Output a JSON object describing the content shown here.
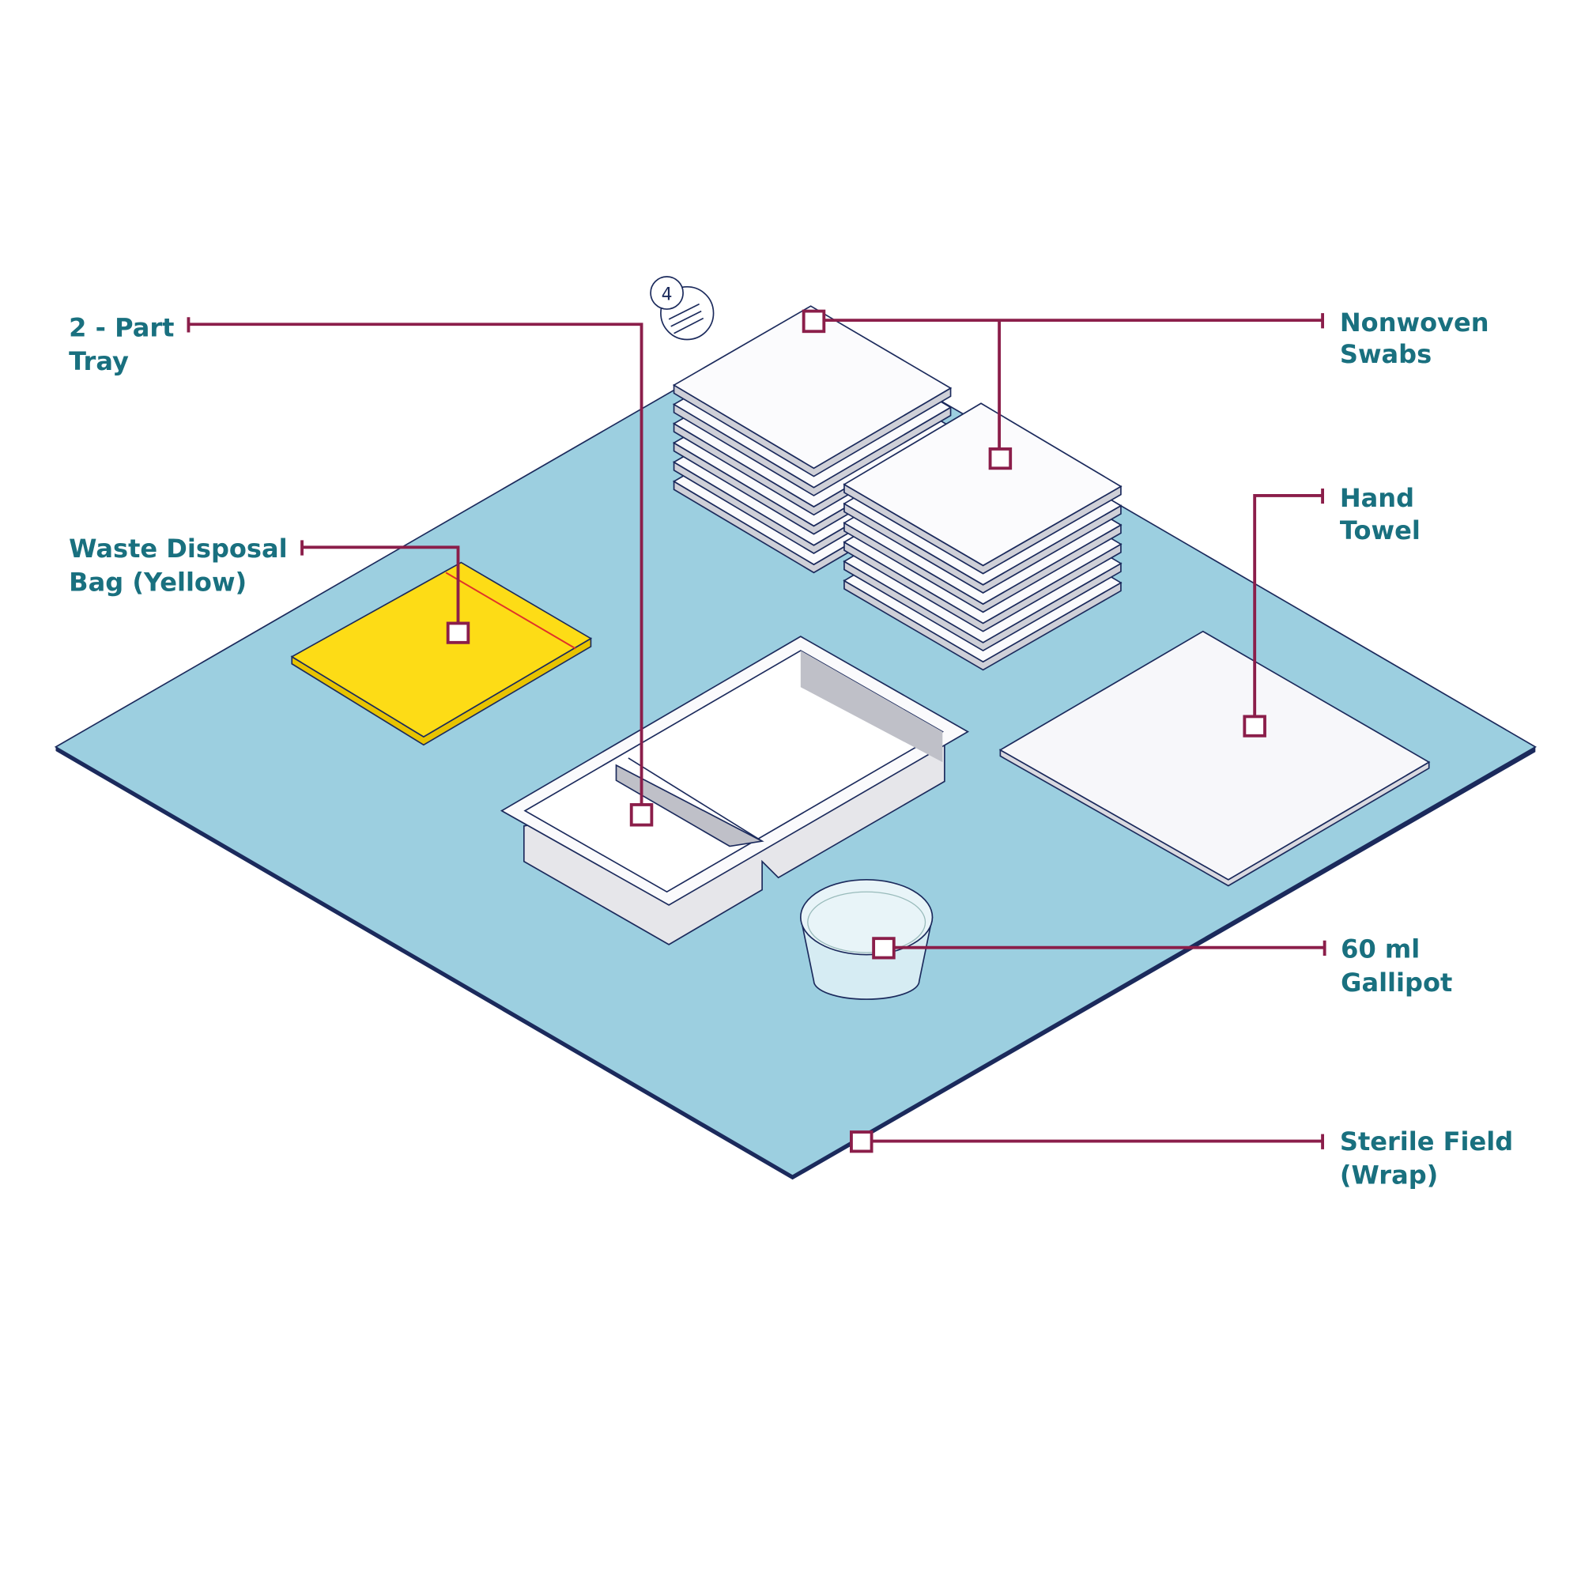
{
  "badge": {
    "count": "4",
    "icon": "stacked-swabs-icon"
  },
  "labels": {
    "tray": [
      "2 - Part",
      "Tray"
    ],
    "swabs": [
      "Nonwoven",
      "Swabs"
    ],
    "towel": [
      "Hand",
      "Towel"
    ],
    "bag": [
      "Waste Disposal",
      "Bag (Yellow)"
    ],
    "gallipot": [
      "60 ml",
      "Gallipot"
    ],
    "field": [
      "Sterile Field",
      "(Wrap)"
    ]
  },
  "colors": {
    "callout": "#8b1e4a",
    "label": "#19707f",
    "field": "#9ccfe0",
    "bag": "#fddc16",
    "outline": "#1b2a5c"
  }
}
